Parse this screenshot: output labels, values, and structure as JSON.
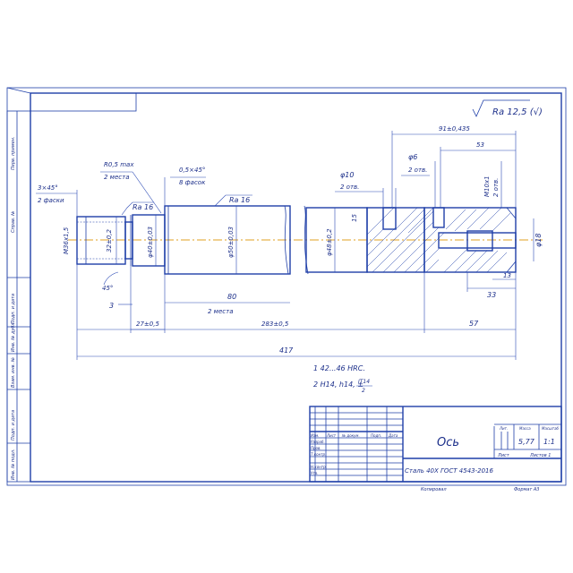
{
  "roughness": {
    "text": "Ra 12,5 (√)"
  },
  "dimensions": {
    "d91": "91±0,435",
    "d53": "53",
    "d6": "φ6",
    "d6_count": "2 отв.",
    "m10": "M10x1",
    "m10_count": "2 отв.",
    "d10": "φ10",
    "d10_count": "2 отв.",
    "r05": "R0,5 max",
    "r05_count": "2 места",
    "ch05": "0,5×45°",
    "ch05_count": "8 фасок",
    "ch3": "3×45°",
    "ch3_count": "2 фаски",
    "ra16a": "Ra 16",
    "ra16b": "Ra 16",
    "m36": "M36x1,5",
    "d32": "32±0,2",
    "d40": "φ40±0,03",
    "d50": "φ50±0,03",
    "d48": "φ48±0,2",
    "d15": "15",
    "d18": "φ18",
    "d13": "13",
    "d33": "33",
    "a45": "45°",
    "d3": "3",
    "d27": "27±0,5",
    "d80": "80",
    "d80_count": "2 места",
    "d283": "283±0,5",
    "d57": "57",
    "d417": "417"
  },
  "notes": {
    "line1": "1 42...46 HRC.",
    "line2": "2 H14, h14, ±",
    "frac_num": "IT14",
    "frac_den": "2"
  },
  "side_labels": {
    "s1": "Перв. примен.",
    "s2": "Справ. №",
    "s3": "Подп. и дата",
    "s4": "Инв. № дубл.",
    "s5": "Взам. инв. №",
    "s6": "Подп. и дата",
    "s7": "Инв. № подл."
  },
  "title_block": {
    "part_name": "Ось",
    "material": "Сталь 40Х ГОСТ 4543-2016",
    "col_izm": "Изм.",
    "col_list": "Лист",
    "col_doc": "№ докум.",
    "col_sign": "Подп.",
    "col_date": "Дата",
    "row_razrab": "Разраб.",
    "row_prov": "Пров.",
    "row_tkontr": "Т.контр.",
    "row_nkontr": "Н.контр.",
    "row_utv": "Утв.",
    "lit_label": "Лит.",
    "mass_label": "Масса",
    "scale_label": "Масштаб",
    "mass_value": "5,77",
    "scale_value": "1:1",
    "sheet_label": "Лист",
    "sheets_label": "Листов 1",
    "copied": "Копировал",
    "format": "Формат A3"
  }
}
